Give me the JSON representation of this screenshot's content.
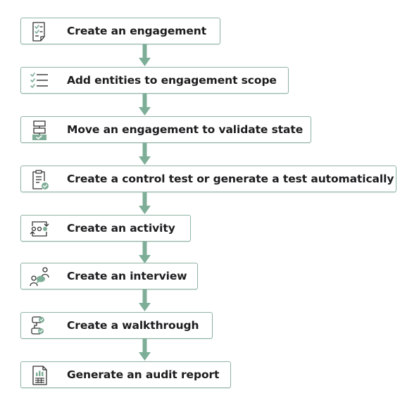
{
  "flow": {
    "accent_color": "#7fae98",
    "border_color": "#8fb4a4",
    "steps": [
      {
        "label": "Create an engagement",
        "icon": "checklist-document-icon"
      },
      {
        "label": "Add entities to engagement scope",
        "icon": "checklist-icon"
      },
      {
        "label": "Move an engagement to validate state",
        "icon": "workflow-state-icon"
      },
      {
        "label": "Create a control test or generate a test automatically",
        "icon": "clipboard-check-icon"
      },
      {
        "label": "Create an activity",
        "icon": "activity-cycle-icon"
      },
      {
        "label": "Create an interview",
        "icon": "interview-people-icon"
      },
      {
        "label": "Create a walkthrough",
        "icon": "walkthrough-steps-icon"
      },
      {
        "label": "Generate an audit report",
        "icon": "report-chart-icon"
      }
    ]
  }
}
